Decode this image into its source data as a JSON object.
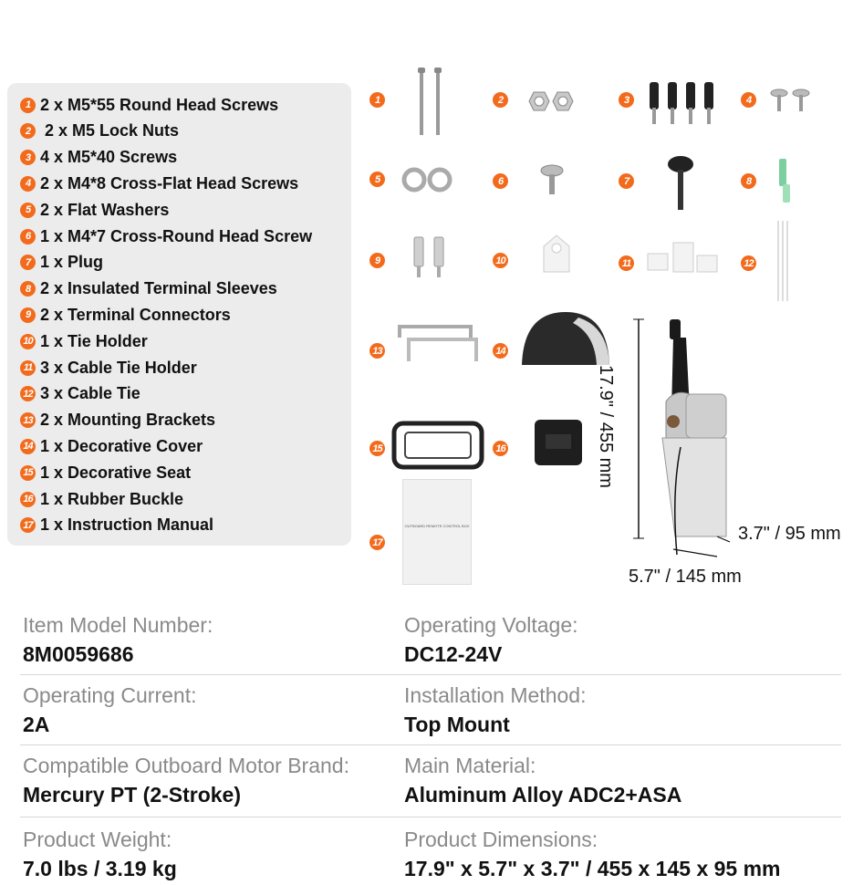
{
  "parts": [
    {
      "num": "1",
      "text": "2 x M5*55 Round Head Screws"
    },
    {
      "num": "2",
      "text": " 2 x M5 Lock Nuts"
    },
    {
      "num": "3",
      "text": "4 x M5*40 Screws"
    },
    {
      "num": "4",
      "text": "2 x M4*8 Cross-Flat Head Screws"
    },
    {
      "num": "5",
      "text": "2 x Flat Washers"
    },
    {
      "num": "6",
      "text": "1 x M4*7 Cross-Round Head Screw"
    },
    {
      "num": "7",
      "text": "1 x Plug"
    },
    {
      "num": "8",
      "text": "2 x Insulated Terminal Sleeves"
    },
    {
      "num": "9",
      "text": "2 x Terminal Connectors"
    },
    {
      "num": "10",
      "text": "1 x Tie Holder"
    },
    {
      "num": "11",
      "text": "3 x Cable Tie Holder"
    },
    {
      "num": "12",
      "text": "3 x Cable Tie"
    },
    {
      "num": "13",
      "text": "2 x Mounting Brackets"
    },
    {
      "num": "14",
      "text": "1 x Decorative Cover"
    },
    {
      "num": "15",
      "text": "1 x Decorative Seat"
    },
    {
      "num": "16",
      "text": "1 x Rubber Buckle"
    },
    {
      "num": "17",
      "text": "1 x Instruction Manual"
    }
  ],
  "dimensions": {
    "height": "17.9\" / 455 mm",
    "depth": "3.7\" / 95 mm",
    "width": "5.7\" / 145 mm"
  },
  "manual_caption": "OUTBOARD REMOTE CONTROL BOX",
  "specs": [
    {
      "label": "Item Model Number:",
      "value": "8M0059686"
    },
    {
      "label": "Operating Voltage:",
      "value": "DC12-24V"
    },
    {
      "label": "Operating Current:",
      "value": "2A"
    },
    {
      "label": "Installation Method:",
      "value": "Top Mount"
    },
    {
      "label": "Compatible Outboard Motor Brand:",
      "value": "Mercury PT (2-Stroke)"
    },
    {
      "label": "Main Material:",
      "value": "Aluminum Alloy ADC2+ASA"
    },
    {
      "label": "Product Weight:",
      "value": "7.0 lbs / 3.19 kg"
    },
    {
      "label": "Product Dimensions:",
      "value": "17.9\" x 5.7\" x 3.7\" / 455 x 145 x 95 mm"
    }
  ],
  "colors": {
    "accent": "#f26b1d",
    "panel": "#ececec",
    "label": "#8a8a8a"
  }
}
